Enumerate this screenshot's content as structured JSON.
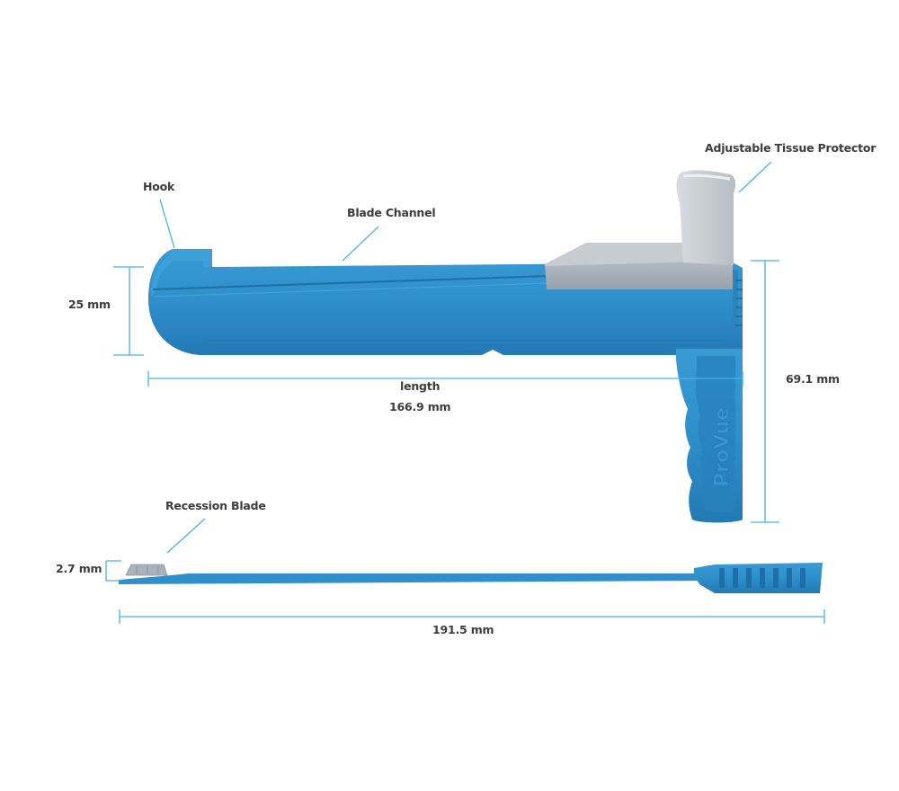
{
  "labels": {
    "hook": "Hook",
    "blade_channel": "Blade Channel",
    "tissue_protector": "Adjustable Tissue Protector",
    "recession_blade": "Recession Blade",
    "length_caption": "length"
  },
  "dimensions": {
    "height_front": "25 mm",
    "length": "166.9 mm",
    "height_total": "69.1 mm",
    "blade_height": "2.7 mm",
    "blade_length": "191.5 mm"
  },
  "brand": {
    "handle_text": "ProVue"
  },
  "colors": {
    "device_blue": "#2e8fcb",
    "device_blue_dark": "#1f76ad",
    "dimension_line": "#46b4e4",
    "leader_line": "#46b4e4",
    "protector_gray": "#a9b1bb",
    "label_text": "#3d3d3d"
  }
}
